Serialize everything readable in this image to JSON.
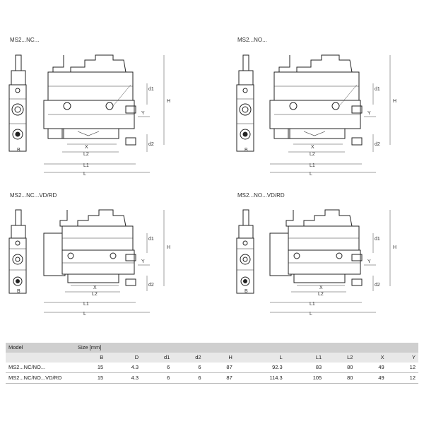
{
  "figures": [
    {
      "title": "MS2...NC...",
      "labels": {
        "B": "B",
        "L2": "L2",
        "L1": "L1",
        "L": "L",
        "X": "X",
        "Y": "Y",
        "H": "H",
        "d1": "d1",
        "d2": "d2"
      }
    },
    {
      "title": "MS2...NO...",
      "labels": {
        "B": "B",
        "L2": "L2",
        "L1": "L1",
        "L": "L",
        "X": "X",
        "Y": "Y",
        "H": "H",
        "d1": "d1",
        "d2": "d2"
      }
    },
    {
      "title": "MS2...NC...VD/RD",
      "labels": {
        "B": "B",
        "L2": "L2",
        "L1": "L1",
        "L": "L",
        "X": "X",
        "Y": "Y",
        "H": "H",
        "d1": "d1",
        "d2": "d2"
      }
    },
    {
      "title": "MS2...NO...VD/RD",
      "labels": {
        "B": "B",
        "L2": "L2",
        "L1": "L1",
        "L": "L",
        "X": "X",
        "Y": "Y",
        "H": "H",
        "d1": "d1",
        "d2": "d2"
      }
    }
  ],
  "table": {
    "model_header": "Model",
    "size_header": "Size [mm]",
    "columns": [
      "B",
      "D",
      "d1",
      "d2",
      "H",
      "L",
      "L1",
      "L2",
      "X",
      "Y"
    ],
    "rows": [
      {
        "model": "MS2...NC/NO...",
        "values": [
          "15",
          "4.3",
          "6",
          "6",
          "87",
          "92.3",
          "83",
          "80",
          "49",
          "12"
        ]
      },
      {
        "model": "MS2...NC/NO...VD/RD",
        "values": [
          "15",
          "4.3",
          "6",
          "6",
          "87",
          "114.3",
          "105",
          "80",
          "49",
          "12"
        ]
      }
    ]
  }
}
